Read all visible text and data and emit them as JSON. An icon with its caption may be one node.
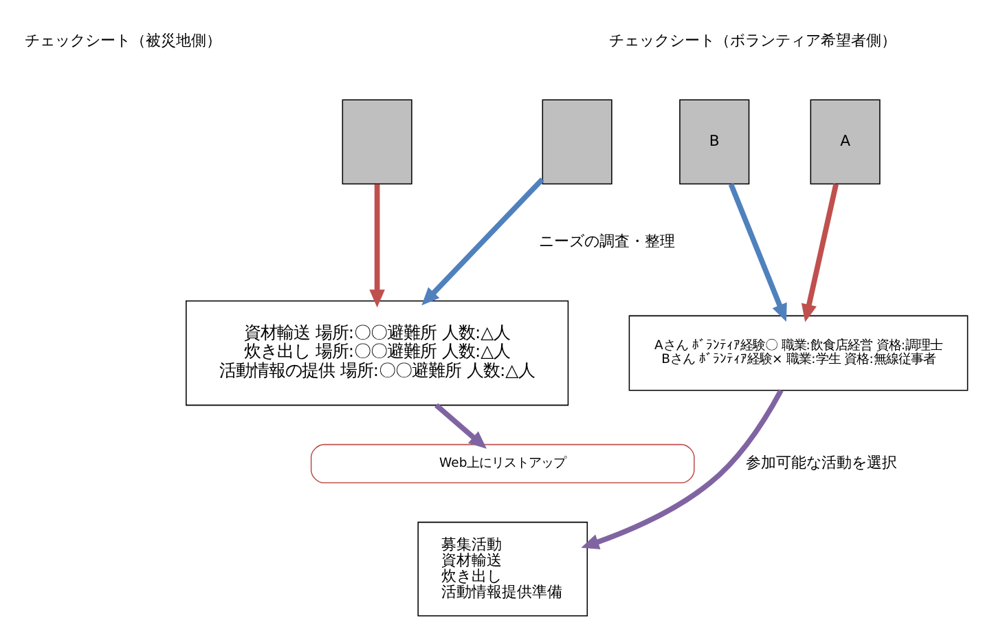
{
  "diagram": {
    "nodes": [
      {
        "text": [],
        "shape": "box"
      },
      {
        "text": [],
        "shape": "box"
      },
      {
        "text": [
          "B"
        ]
      },
      {
        "text": [
          "A"
        ]
      },
      {
        "text": [
          "資材輸送 場所:〇〇避難所 人数:△人",
          "炊き出し 場所:〇〇避難所 人数:△人",
          "活動情報の提供 場所:〇〇避難所 人数:△人"
        ]
      },
      {
        "text": [
          "Aさん ﾎﾞﾗﾝﾃｨｱ経験〇 職業:飲食店経営 資格:調理士",
          "Bさん ﾎﾞﾗﾝﾃｨｱ経験× 職業:学生 資格:無線従事者"
        ]
      },
      {
        "text": [
          "Web上にリストアップ"
        ]
      },
      {
        "text": [
          "募集活動",
          "資材輸送",
          "炊き出し",
          "活動情報提供準備"
        ]
      }
    ],
    "edges": [
      {
        "from": 0,
        "to": 4,
        "arrow": "to",
        "color": "#c0504d"
      },
      {
        "from": 1,
        "to": 4,
        "arrow": "to",
        "color": "#4f81bd"
      },
      {
        "from": 2,
        "to": 5,
        "arrow": "to",
        "color": "#4f81bd"
      },
      {
        "from": 3,
        "to": 5,
        "arrow": "to",
        "color": "#c0504d"
      },
      {
        "from": 4,
        "to": 6,
        "arrow": "to",
        "color": "#8064a2"
      },
      {
        "from": 5,
        "to": 7,
        "label": "参加可能な活動を選択",
        "arrow": "to",
        "color": "#8064a2"
      }
    ],
    "labels": [
      "チェックシート（被災地側）",
      "チェックシート（ボランティア希望者側）",
      "ニーズの調査・整理"
    ]
  }
}
